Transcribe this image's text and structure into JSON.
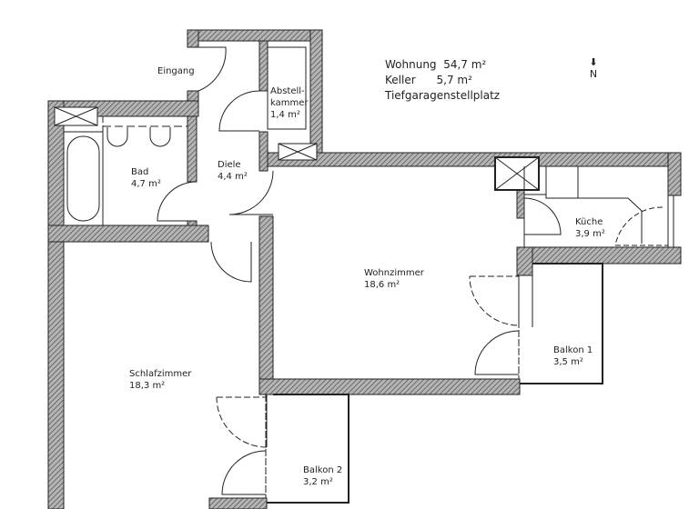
{
  "summary": {
    "wohnung_label": "Wohnung",
    "wohnung_value": "54,7 m²",
    "keller_label": "Keller",
    "keller_value": "5,7 m²",
    "extra": "Tiefgaragenstellplatz"
  },
  "north": {
    "arrow": "⬇",
    "label": "N"
  },
  "rooms": {
    "eingang": {
      "name": "Eingang"
    },
    "abstell": {
      "name_line1": "Abstell-",
      "name_line2": "kammer",
      "area": "1,4 m²"
    },
    "bad": {
      "name": "Bad",
      "area": "4,7 m²"
    },
    "diele": {
      "name": "Diele",
      "area": "4,4 m²"
    },
    "kueche": {
      "name": "Küche",
      "area": "3,9 m²"
    },
    "wohnzimmer": {
      "name": "Wohnzimmer",
      "area": "18,6 m²"
    },
    "schlafzimmer": {
      "name": "Schlafzimmer",
      "area": "18,3 m²"
    },
    "balkon1": {
      "name": "Balkon 1",
      "area": "3,5 m²"
    },
    "balkon2": {
      "name": "Balkon 2",
      "area": "3,2 m²"
    }
  },
  "colors": {
    "wall_fill": "#8a8a8a",
    "wall_outline": "#222222",
    "line": "#222222"
  }
}
